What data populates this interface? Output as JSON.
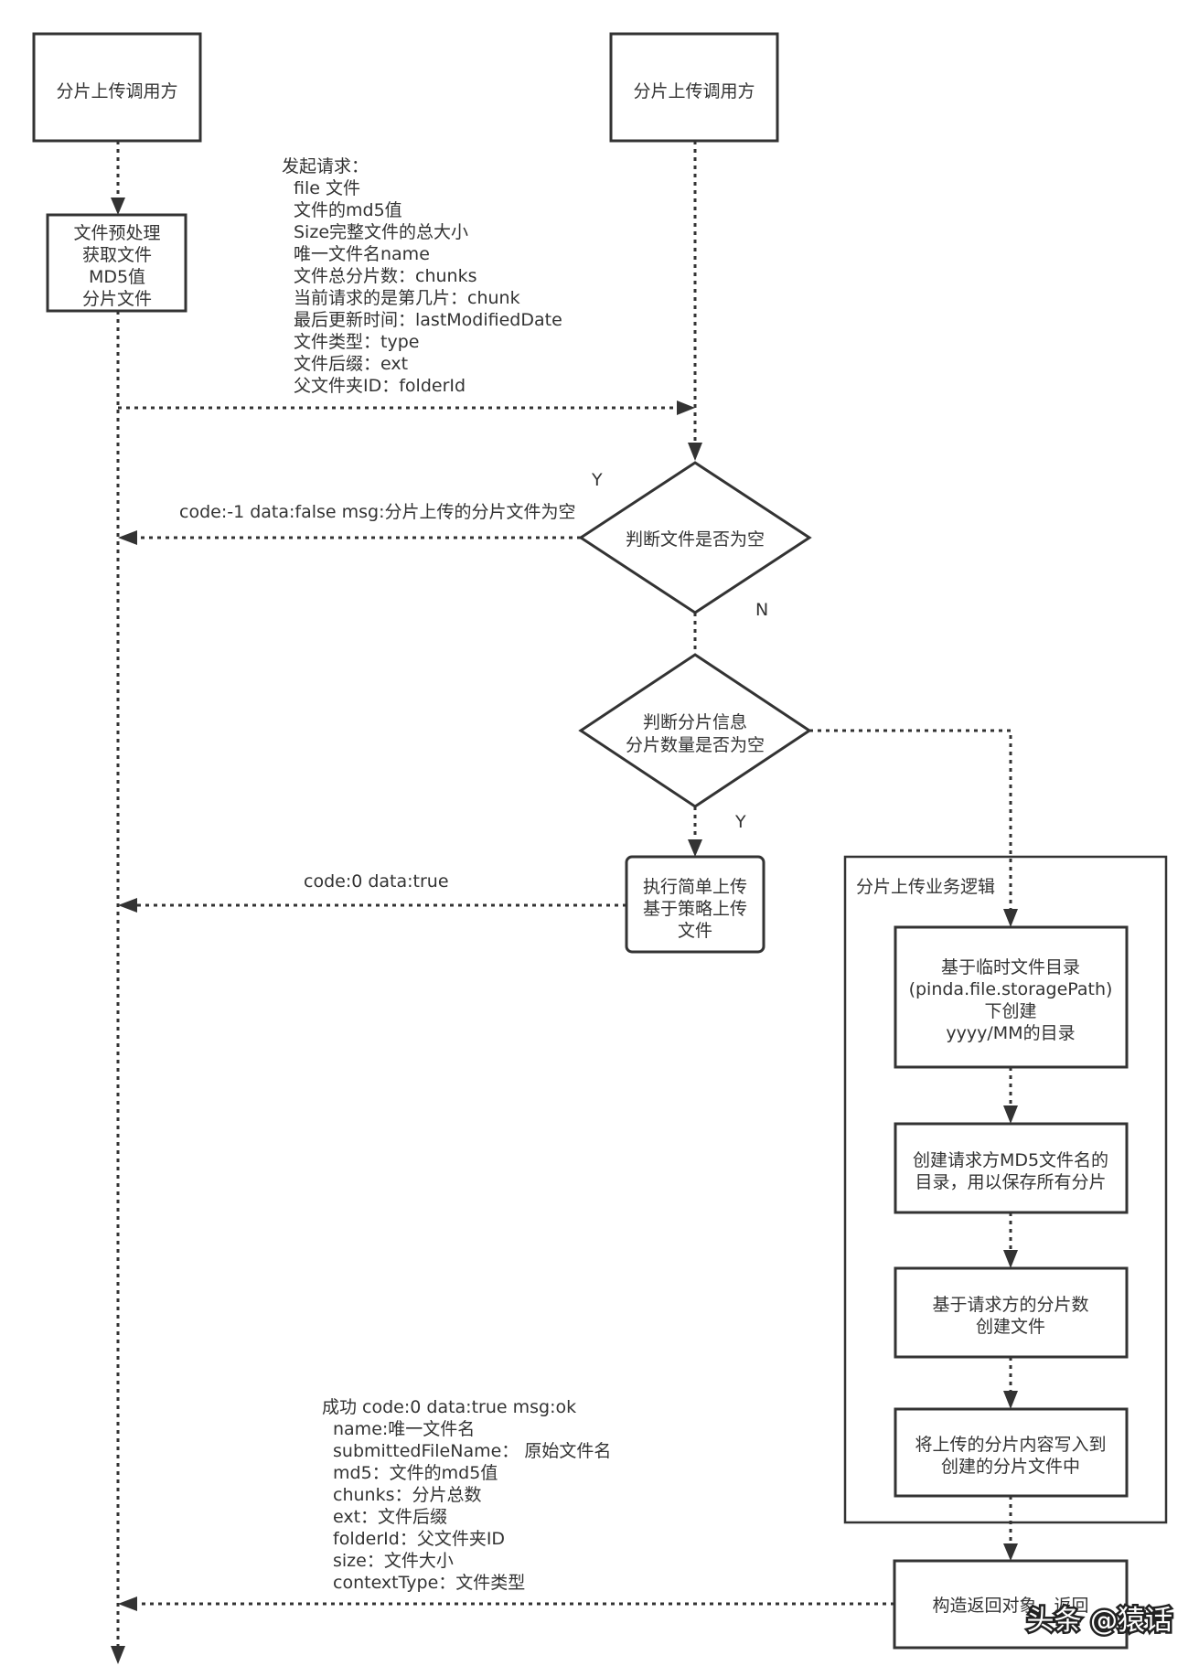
{
  "nodes": {
    "caller_left": "分片上传调用方",
    "caller_right": "分片上传调用方",
    "preprocess": [
      "文件预处理",
      "获取文件",
      "MD5值",
      "分片文件"
    ],
    "check_empty": "判断文件是否为空",
    "check_chunks": [
      "判断分片信息",
      "分片数量是否为空"
    ],
    "simple_upload": [
      "执行简单上传",
      "基于策略上传",
      "文件"
    ],
    "group_title": "分片上传业务逻辑",
    "create_dir": [
      "基于临时文件目录",
      "(pinda.file.storagePath)",
      "下创建",
      "yyyy/MM的目录"
    ],
    "create_md5_dir": [
      "创建请求方MD5文件名的",
      "目录，用以保存所有分片"
    ],
    "create_file": [
      "基于请求方的分片数",
      "创建文件"
    ],
    "write_chunk": [
      "将上传的分片内容写入到",
      "创建的分片文件中"
    ],
    "build_return": "构造返回对象，返回"
  },
  "labels": {
    "request": [
      "发起请求：",
      "file 文件",
      "文件的md5值",
      "Size完整文件的总大小",
      "唯一文件名name",
      "文件总分片数：chunks",
      "当前请求的是第几片：chunk",
      "最后更新时间：lastModifiedDate",
      "文件类型：type",
      "文件后缀：ext",
      "父文件夹ID：folderId"
    ],
    "y1": "Y",
    "n1": "N",
    "y2": "Y",
    "empty_response": "code:-1 data:false msg:分片上传的分片文件为空",
    "simple_response": "code:0 data:true",
    "success_response": [
      "成功 code:0 data:true msg:ok",
      "name:唯一文件名",
      "submittedFileName： 原始文件名",
      "md5：文件的md5值",
      "chunks：分片总数",
      "ext：文件后缀",
      "folderId：父文件夹ID",
      "size：文件大小",
      "contextType：文件类型"
    ]
  },
  "watermark": "头条 @猿话"
}
